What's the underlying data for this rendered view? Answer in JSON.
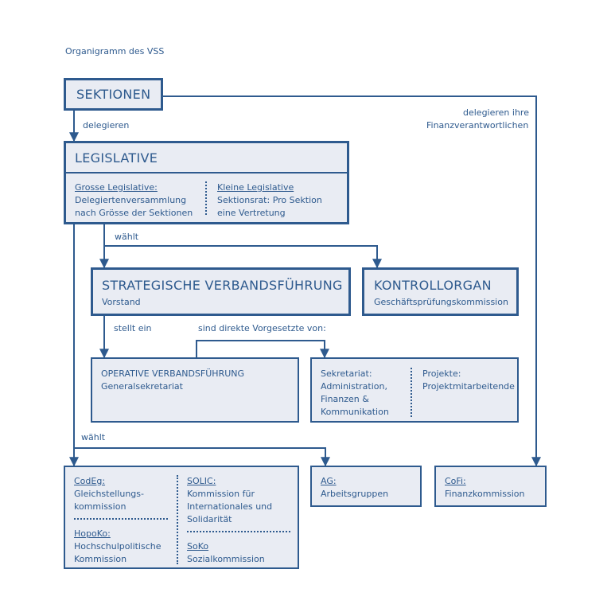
{
  "title": "Organigramm des VSS",
  "sektionen": "SEKTIONEN",
  "edges": {
    "delegieren": "delegieren",
    "finanz_line1": "delegieren ihre",
    "finanz_line2": "Finanzverantwortlichen",
    "waehlt_top": "wählt",
    "stellt_ein": "stellt ein",
    "vorgesetzte": "sind direkte Vorgesetzte von:",
    "waehlt_bottom": "wählt"
  },
  "legislative": {
    "title": "LEGISLATIVE",
    "gross_title": "Grosse Legislative:",
    "gross_line1": "Delegiertenversammlung",
    "gross_line2": "nach Grösse der Sektionen",
    "klein_title": "Kleine Legislative",
    "klein_line1": "Sektionsrat: Pro Sektion",
    "klein_line2": "eine Vertretung"
  },
  "strategisch": {
    "title": "STRATEGISCHE VERBANDSFÜHRUNG",
    "subtitle": "Vorstand"
  },
  "kontroll": {
    "title": "KONTROLLORGAN",
    "subtitle": "Geschäftsprüfungskommission"
  },
  "operativ": {
    "title": "OPERATIVE VERBANDSFÜHRUNG",
    "subtitle": "Generalsekretariat"
  },
  "sekretariat": {
    "title": "Sekretariat:",
    "line1": "Administration,",
    "line2": "Finanzen &",
    "line3": "Kommunikation",
    "projekte_title": "Projekte:",
    "projekte_line1": "Projektmitarbeitende"
  },
  "kommissionen": {
    "codeg_title": "CodEg:",
    "codeg_line1": "Gleichstellungs-",
    "codeg_line2": "kommission",
    "solic_title": "SOLIC:",
    "solic_line1": "Kommission für",
    "solic_line2": "Internationales und",
    "solic_line3": "Solidarität",
    "hopoko_title": "HopoKo:",
    "hopoko_line1": "Hochschulpolitische",
    "hopoko_line2": "Kommission",
    "soko_title": "SoKo",
    "soko_line1": "Sozialkommission"
  },
  "ag": {
    "title": "AG:",
    "line1": "Arbeitsgruppen"
  },
  "cofi": {
    "title": "CoFi:",
    "line1": "Finanzkommission"
  },
  "colors": {
    "primary": "#2e5a8e",
    "fill": "#e9ecf3"
  }
}
